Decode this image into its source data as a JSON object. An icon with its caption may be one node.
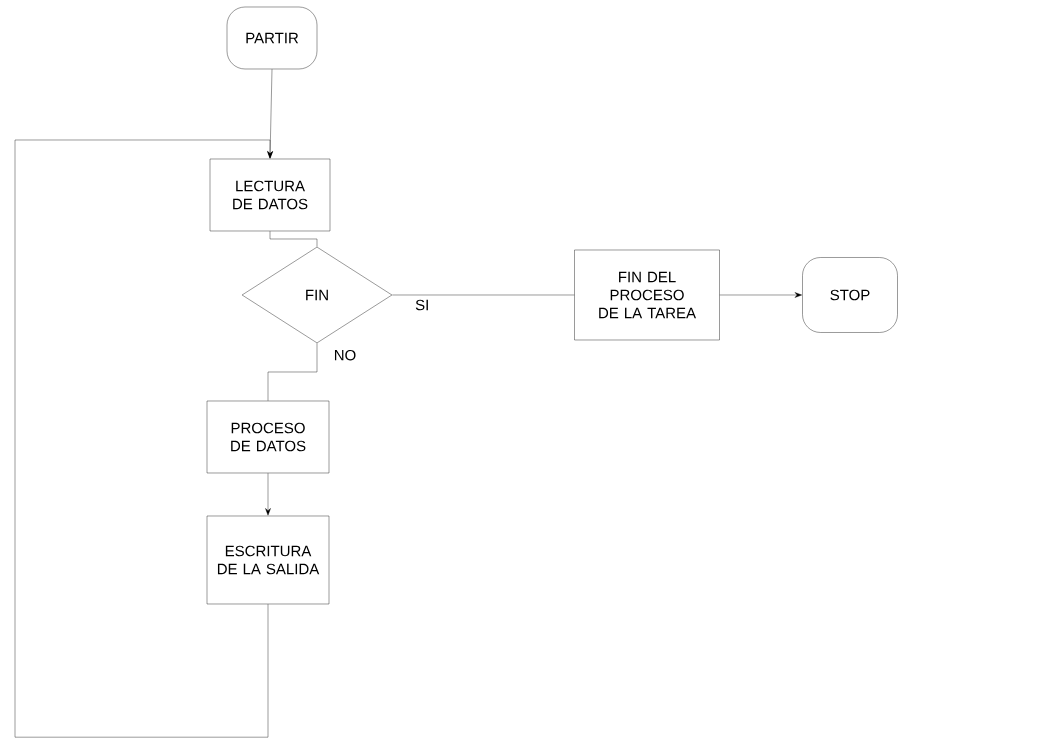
{
  "diagram": {
    "nodes": [
      {
        "text": [
          "PARTIR"
        ]
      },
      {
        "text": [
          "LECTURA DE DATOS"
        ]
      },
      {
        "text": [
          "FIN"
        ]
      },
      {
        "text": [
          "FIN DEL PROCESO DE LA TAREA"
        ]
      },
      {
        "text": [
          "STOP"
        ]
      },
      {
        "text": [
          "PROCESO DE DATOS"
        ]
      },
      {
        "text": [
          "ESCRITURA DE LA SALIDA"
        ]
      }
    ],
    "edges": [
      {
        "from": 0,
        "to": 1,
        "arrow": "to"
      },
      {
        "from": 1,
        "to": 2,
        "arrow": "none"
      },
      {
        "from": 2,
        "to": 3,
        "arrow": "none",
        "label": "SI"
      },
      {
        "from": 3,
        "to": 4,
        "arrow": "to"
      },
      {
        "from": 2,
        "to": 5,
        "arrow": "none",
        "label": "NO"
      },
      {
        "from": 5,
        "to": 6,
        "arrow": "to"
      },
      {
        "from": 6,
        "to": 1,
        "arrow": "to"
      }
    ]
  }
}
